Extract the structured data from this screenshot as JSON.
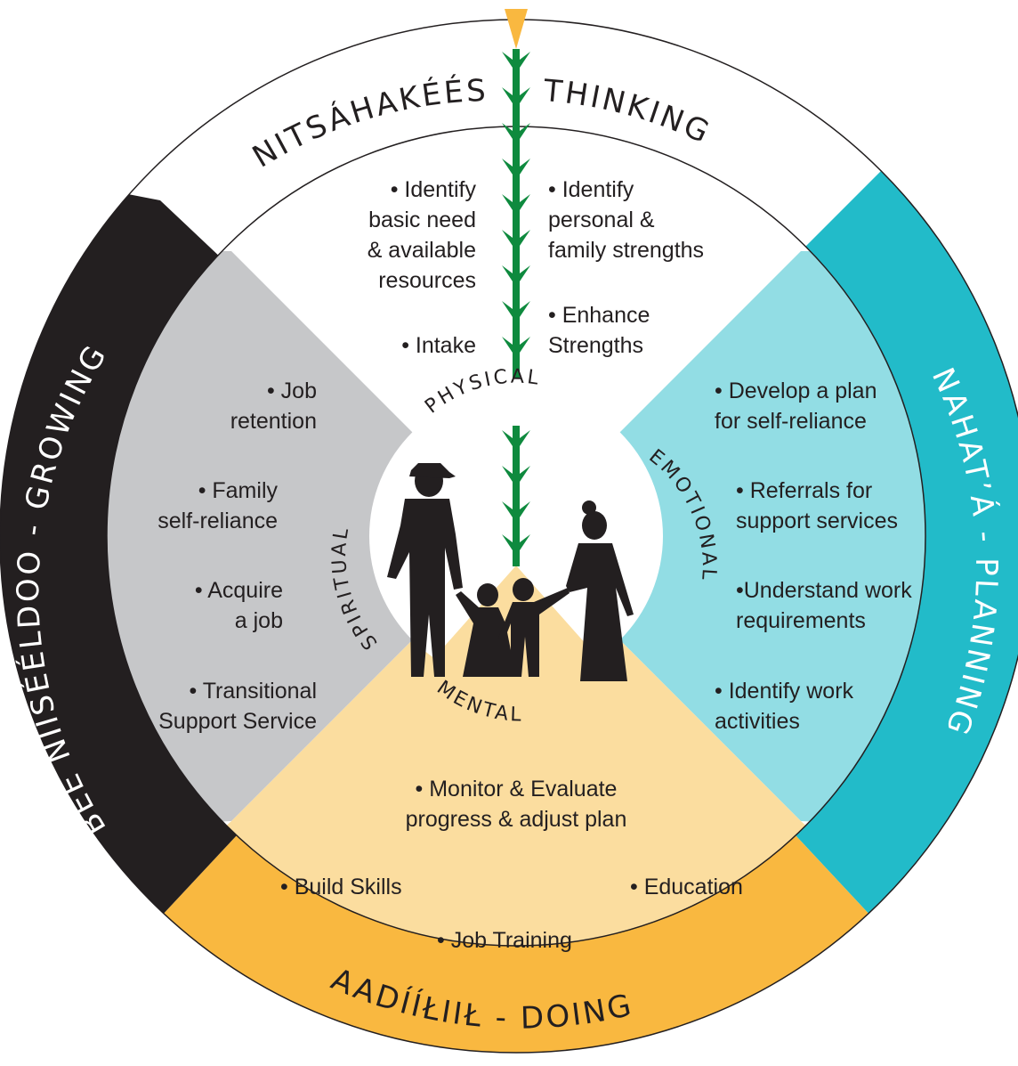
{
  "colors": {
    "thinking_outer": "#ffffff",
    "planning_outer": "#22bbc9",
    "planning_inner": "#92dde4",
    "doing_outer": "#f9b840",
    "doing_inner": "#fbdd9f",
    "growing_outer": "#231f20",
    "growing_inner": "#c6c7c9",
    "stalk": "#0e8a3e",
    "tassel": "#f9b840"
  },
  "ring": {
    "thinking": "NITSÁHAKÉÉS",
    "thinking_en": "THINKING",
    "planning": "NAHAT’Á - PLANNING",
    "doing": "AADÍÍŁIIŁ - DOING",
    "growing": "BEE NIISÉÉLDOO - GROWING"
  },
  "inner_labels": {
    "physical": "PHYSICAL",
    "emotional": "EMOTIONAL",
    "mental": "MENTAL",
    "spiritual": "SPIRITUAL"
  },
  "thinking_items": {
    "left": [
      "• Identify\nbasic need\n& available\nresources",
      "• Intake"
    ],
    "right": [
      "• Identify\npersonal &\nfamily strengths",
      "• Enhance\nStrengths"
    ]
  },
  "planning_items": [
    "• Develop a plan\nfor self-reliance",
    "• Referrals for\nsupport services",
    "•Understand work\nrequirements",
    "• Identify work\nactivities"
  ],
  "doing_items": [
    "• Monitor & Evaluate\nprogress & adjust plan",
    "• Build Skills",
    "• Education",
    "• Job Training"
  ],
  "growing_items": [
    "• Job\nretention",
    "• Family\nself-reliance",
    "• Acquire\na job",
    "• Transitional\nSupport Service"
  ]
}
